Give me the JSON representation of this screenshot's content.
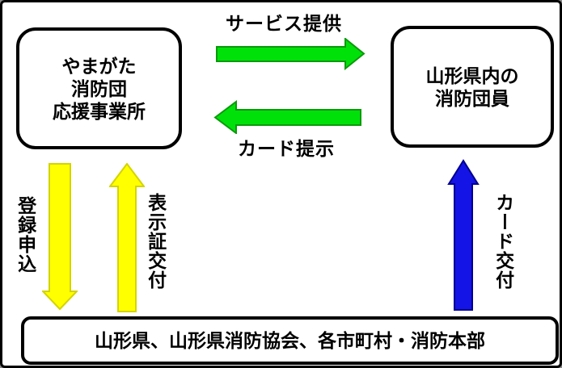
{
  "colors": {
    "green": "#00E10A",
    "green_border": "#0C9A0C",
    "yellow": "#FFFF00",
    "yellow_border": "#D4D400",
    "blue": "#1414E6",
    "blue_border": "#00008F",
    "box_border": "#000000",
    "background": "#FFFFFF"
  },
  "nodes": {
    "support_office": {
      "text": "やまがた\n消防団\n応援事業所"
    },
    "firefighters": {
      "text": "山形県内の\n消防団員"
    },
    "authorities": {
      "text": "山形県、山形県消防協会、各市町村・消防本部"
    }
  },
  "arrows": {
    "service_provision": {
      "label": "サービス提供",
      "direction": "right",
      "color": "green"
    },
    "card_presentation": {
      "label": "カード提示",
      "direction": "left",
      "color": "green"
    },
    "registration": {
      "label": "登録申込",
      "direction": "down",
      "color": "yellow"
    },
    "certificate_issue": {
      "label": "表示証交付",
      "direction": "up",
      "color": "yellow"
    },
    "card_issue": {
      "label": "カード交付",
      "direction": "up",
      "color": "blue"
    }
  }
}
